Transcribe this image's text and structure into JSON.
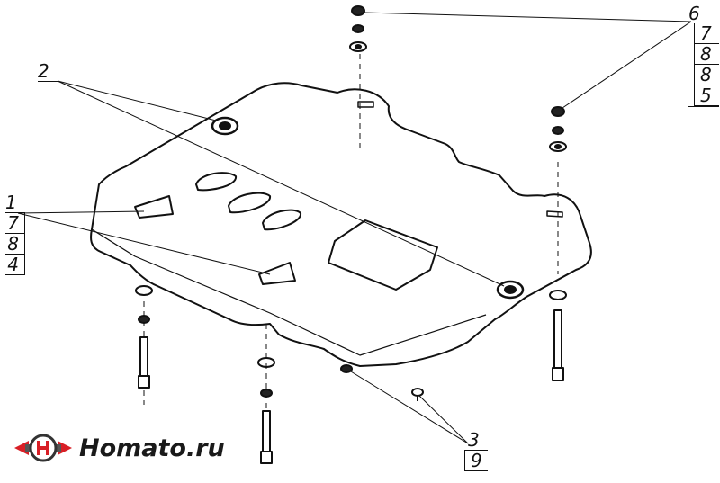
{
  "callouts": {
    "top_right": [
      "6",
      "7",
      "8",
      "8",
      "5"
    ],
    "left_top": [
      "2"
    ],
    "left_mid": [
      "1",
      "7",
      "8",
      "4"
    ],
    "bottom": [
      "3",
      "9"
    ]
  },
  "logo": {
    "text": "Homato.ru",
    "brand_color": "#d81f26"
  }
}
